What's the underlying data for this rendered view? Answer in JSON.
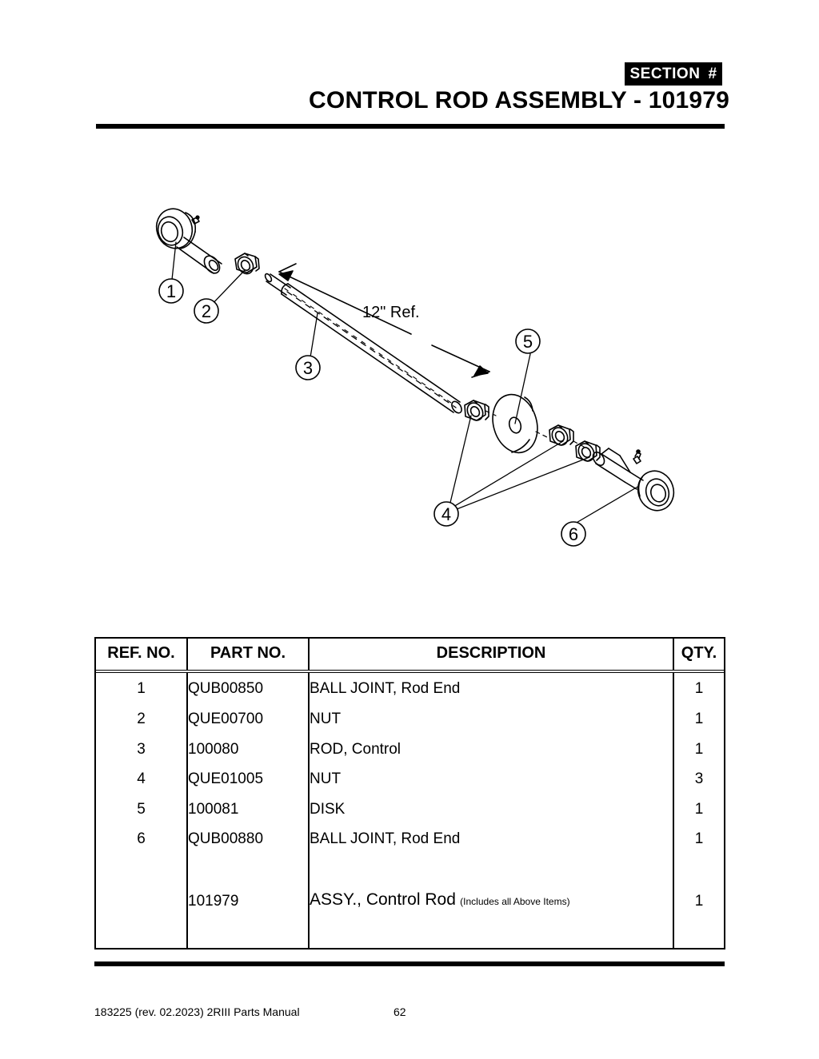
{
  "header": {
    "section_badge_label": "SECTION",
    "section_badge_symbol": "#",
    "title": "CONTROL ROD ASSEMBLY - 101979"
  },
  "diagram": {
    "dimension_label": "12\" Ref.",
    "callouts": [
      {
        "number": "1",
        "part": "ball-joint-rod-end-left"
      },
      {
        "number": "2",
        "part": "nut-left"
      },
      {
        "number": "3",
        "part": "control-rod"
      },
      {
        "number": "4",
        "part": "nuts"
      },
      {
        "number": "5",
        "part": "disk"
      },
      {
        "number": "6",
        "part": "ball-joint-rod-end-right"
      }
    ]
  },
  "table": {
    "headers": {
      "ref": "REF. NO.",
      "part": "PART NO.",
      "description": "DESCRIPTION",
      "qty": "QTY."
    },
    "rows": [
      {
        "ref": "1",
        "part": "QUB00850",
        "description": "BALL JOINT, Rod End",
        "qty": "1"
      },
      {
        "ref": "2",
        "part": "QUE00700",
        "description": "NUT",
        "qty": "1"
      },
      {
        "ref": "3",
        "part": "100080",
        "description": "ROD, Control",
        "qty": "1"
      },
      {
        "ref": "4",
        "part": "QUE01005",
        "description": "NUT",
        "qty": "3"
      },
      {
        "ref": "5",
        "part": "100081",
        "description": "DISK",
        "qty": "1"
      },
      {
        "ref": "6",
        "part": "QUB00880",
        "description": "BALL JOINT, Rod End",
        "qty": "1"
      }
    ],
    "assembly_row": {
      "ref": "",
      "part": "101979",
      "description_main": "ASSY., Control Rod",
      "description_note": "(Includes all Above Items)",
      "qty": "1"
    }
  },
  "footer": {
    "document": "183225  (rev. 02.2023) 2RIII Parts Manual",
    "page_number": "62"
  }
}
